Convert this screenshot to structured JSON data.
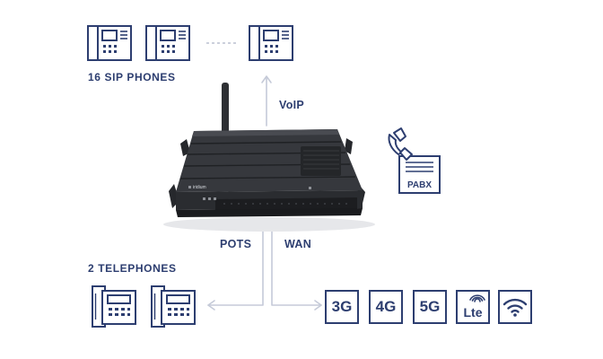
{
  "sip_phones": {
    "label": "16 SIP PHONES",
    "icon": "desk-ip-phone-icon",
    "count_shown": 3
  },
  "telephones": {
    "label": "2 TELEPHONES",
    "icon": "analog-telephone-icon",
    "count_shown": 2
  },
  "links": {
    "voip": "VoIP",
    "pots": "POTS",
    "wan": "WAN"
  },
  "router": {
    "icon": "router-device-icon",
    "brand": "iridium"
  },
  "pabx": {
    "label": "PABX",
    "icon": "pabx-handset-icon"
  },
  "wan_options": [
    {
      "label": "3G",
      "icon": "3g-icon"
    },
    {
      "label": "4G",
      "icon": "4g-icon"
    },
    {
      "label": "5G",
      "icon": "5g-icon"
    },
    {
      "label": "Lte",
      "icon": "lte-icon"
    },
    {
      "label": "",
      "icon": "wifi-icon"
    }
  ],
  "colors": {
    "accent": "#2d3e70",
    "connector": "#c5cad8",
    "device": "#303236"
  }
}
